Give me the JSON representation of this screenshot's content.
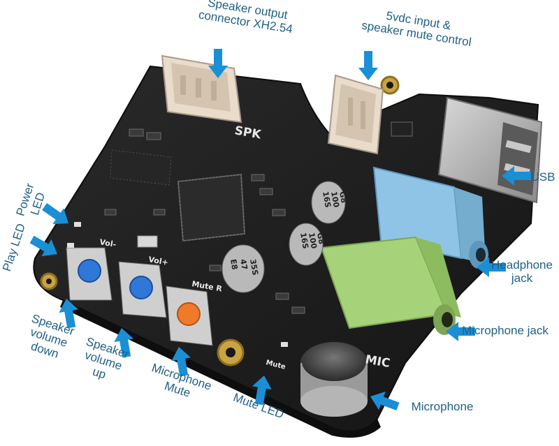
{
  "labels": {
    "speaker_output": "Speaker output\nconnector XH2.54",
    "vdc_input": "5vdc input &\nspeaker mute control",
    "usb": "USB",
    "headphone_jack": "Headphone\njack",
    "microphone_jack": "Microphone jack",
    "microphone": "Microphone",
    "mute_led": "Mute LED",
    "microphone_mute": "Microphone\nMute",
    "speaker_volume_up": "Speaker\nvolume\nup",
    "speaker_volume_down": "Speaker\nvolume\ndown",
    "play_led": "Play LED",
    "power_led": "Power\nLED"
  },
  "silkscreen": {
    "spk": "SPK",
    "mic": "MIC",
    "vol_minus": "Vol-",
    "vol_plus": "Vol+",
    "mute_r": "Mute R",
    "mute": "Mute",
    "cap1": [
      "16S",
      "100",
      "G8"
    ],
    "cap2": [
      "16S",
      "100",
      "G8"
    ],
    "cap3": [
      "E8",
      "47",
      "35S"
    ]
  },
  "colors": {
    "arrow": "#1a8fd6",
    "label_text": "#1f5f86",
    "board": "#1b1b1b",
    "headphone_jack": "#8fc4e6",
    "microphone_jack": "#a6d37a",
    "button_blue": "#2f78d8",
    "button_orange": "#f07a2a"
  }
}
